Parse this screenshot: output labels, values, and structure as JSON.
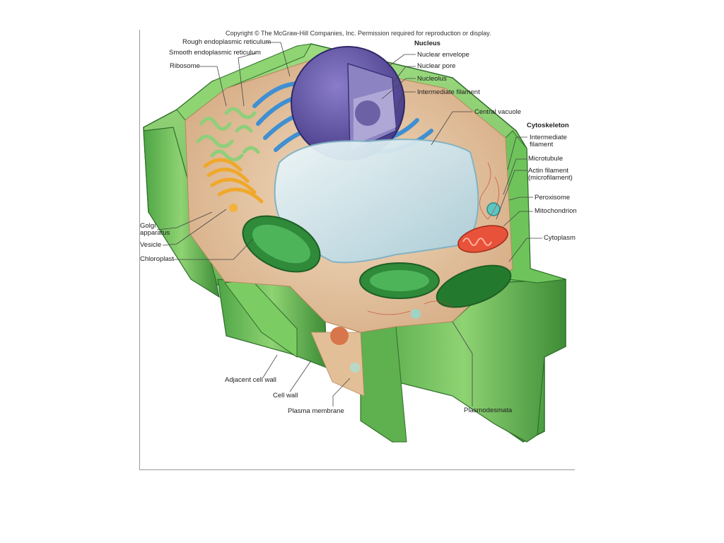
{
  "copyright": "Copyright © The McGraw-Hill Companies, Inc. Permission required for reproduction or display.",
  "labels": {
    "rough_er": "Rough endoplasmic reticulum",
    "smooth_er": "Smooth endoplasmic reticulum",
    "ribosome": "Ribosome",
    "nucleus": "Nucleus",
    "nuclear_envelope": "Nuclear envelope",
    "nuclear_pore": "Nuclear pore",
    "nucleolus": "Nucleolus",
    "intermediate_filament_nucleus": "Intermediate filament",
    "central_vacuole": "Central vacuole",
    "cytoskeleton": "Cytoskeleton",
    "intermediate_filament_line1": "Intermediate",
    "intermediate_filament_line2": "filament",
    "microtubule": "Microtubule",
    "actin_line1": "Actin filament",
    "actin_line2": "(microfilament)",
    "peroxisome": "Peroxisome",
    "mitochondrion": "Mitochondrion",
    "cytoplasm": "Cytoplasm",
    "golgi_line1": "Golgi",
    "golgi_line2": "apparatus",
    "vesicle": "Vesicle",
    "chloroplast": "Chloroplast",
    "adjacent_cell_wall": "Adjacent cell wall",
    "cell_wall": "Cell wall",
    "plasma_membrane": "Plasma membrane",
    "plasmodesmata": "Plasmodesmata"
  },
  "colors": {
    "cell_wall": "#6fbf55",
    "cell_wall_dark": "#3f8f38",
    "cytoplasm": "#e8c9a6",
    "nucleus": "#6a5aa8",
    "er": "#4f9ad6",
    "vacuole": "#cfe6ee",
    "chloroplast": "#3d9a45",
    "golgi": "#f2b43a",
    "mitochondrion": "#e85a3c"
  }
}
